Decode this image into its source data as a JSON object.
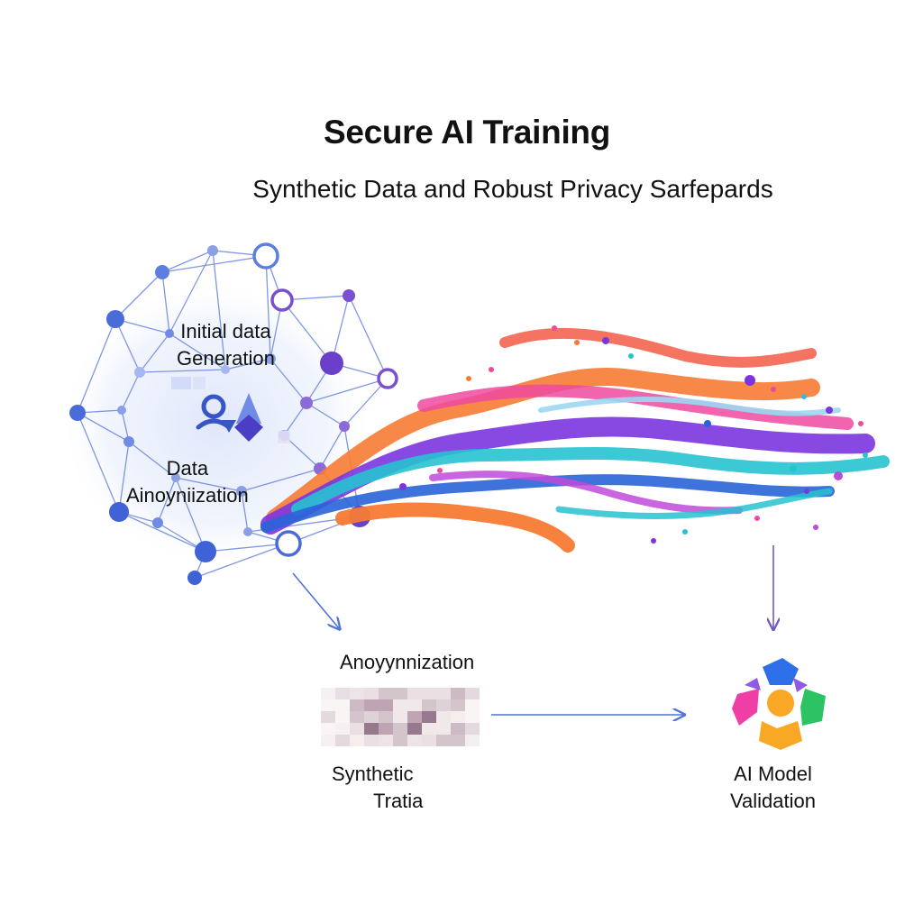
{
  "title": "Secure AI Training",
  "subtitle": "Synthetic Data and Robust Privacy Sarfepards",
  "labels": {
    "initial_line1": "Initial data",
    "initial_line2": "Generation",
    "data_line1": "Data",
    "data_line2": "Ainoyniization",
    "anonymization": "Anoyynnization",
    "synthetic_line1": "Synthetic",
    "synthetic_line2": "Tratia",
    "model_line1": "AI Model",
    "model_line2": "Validation"
  },
  "icons": {
    "people": "user-group-icon",
    "shield": "shield-diamond-icon",
    "pixelated": "pixelated-data-icon",
    "model": "ai-model-icon"
  },
  "colors": {
    "network_blue": "#5b7ee0",
    "network_purple": "#7a4fd0",
    "arrow_blue": "#4f73d8",
    "arrow_purple": "#7356c9",
    "stream_orange": "#f77b34",
    "stream_pink": "#ee4aa0",
    "stream_purple": "#7b35e0",
    "stream_teal": "#27c2cf",
    "stream_blue": "#2a64d8"
  }
}
